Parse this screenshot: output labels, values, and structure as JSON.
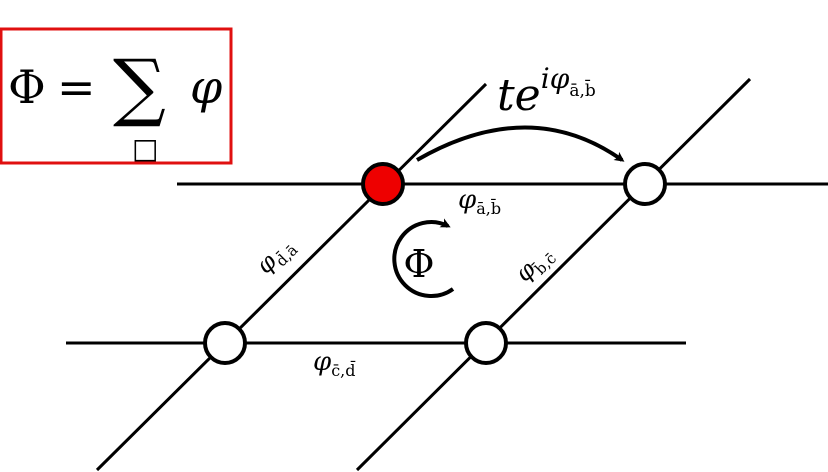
{
  "formula": {
    "lhs": "Φ",
    "equals": "=",
    "sum": "∑",
    "sum_index": "□",
    "summand": "φ",
    "box_color": "#e01010"
  },
  "hopping": {
    "base": "te",
    "exp_i": "i",
    "exp_phi": "φ",
    "exp_sub": "ā,b̄"
  },
  "flux": {
    "symbol": "Φ"
  },
  "edges": [
    {
      "phi": "φ",
      "sub": "ā,b̄"
    },
    {
      "phi": "φ",
      "sub": "d̄,ā"
    },
    {
      "phi": "φ",
      "sub": "b̄,c̄"
    },
    {
      "phi": "φ",
      "sub": "c̄,d̄"
    }
  ],
  "colors": {
    "site_a": "#ee0000",
    "site_other": "#ffffff",
    "line": "#000000"
  }
}
